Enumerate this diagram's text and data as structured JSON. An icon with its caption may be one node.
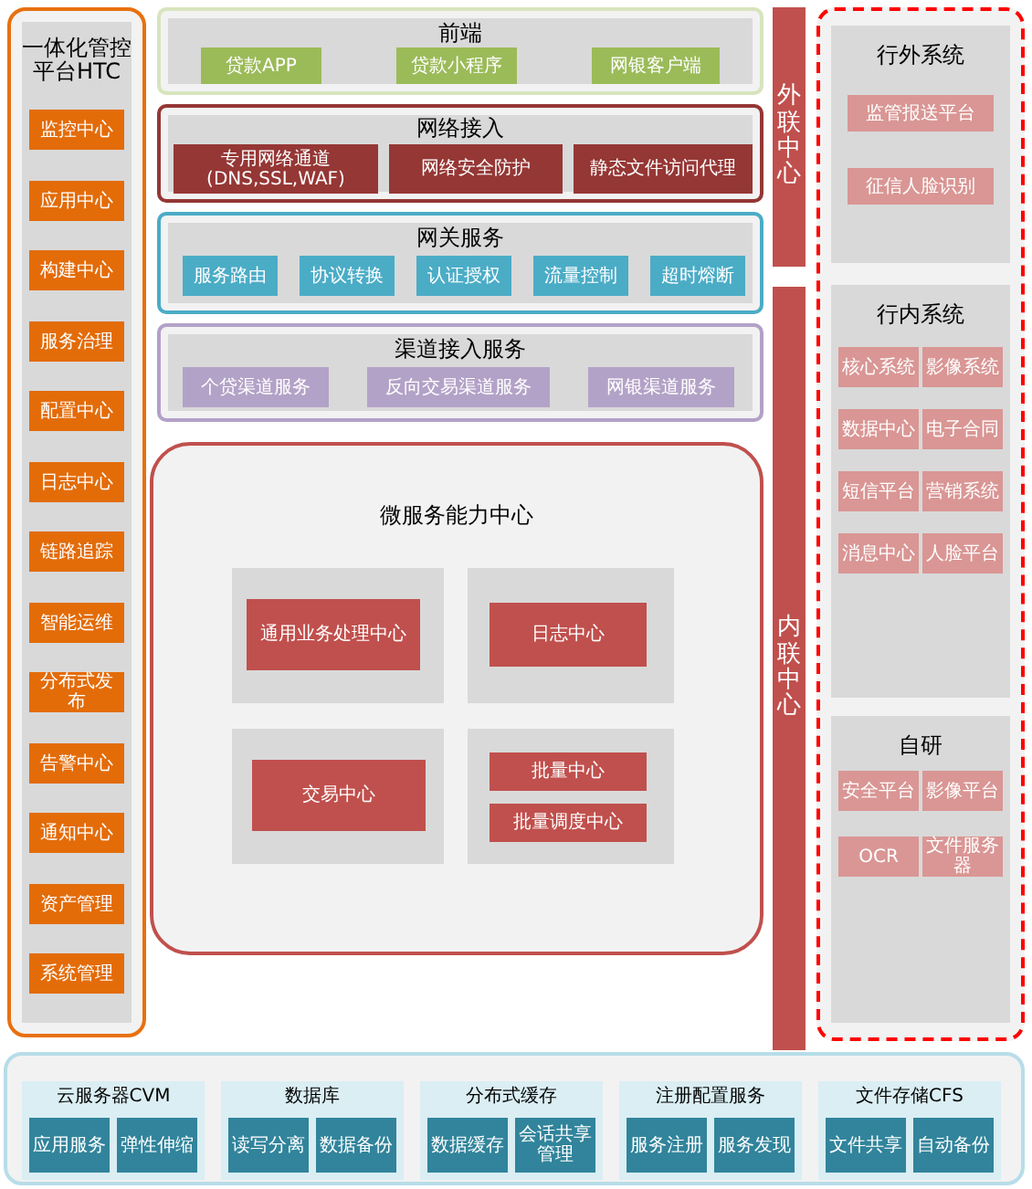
{
  "diagram": {
    "nodes": [
      {
        "text": [
          "一体化管控平台HTC"
        ]
      },
      {
        "text": [
          "监控中心"
        ],
        "in": 0
      },
      {
        "text": [
          "应用中心"
        ],
        "in": 0
      },
      {
        "text": [
          "构建中心"
        ],
        "in": 0
      },
      {
        "text": [
          "服务治理"
        ],
        "in": 0
      },
      {
        "text": [
          "配置中心"
        ],
        "in": 0
      },
      {
        "text": [
          "日志中心"
        ],
        "in": 0
      },
      {
        "text": [
          "链路追踪"
        ],
        "in": 0
      },
      {
        "text": [
          "智能运维"
        ],
        "in": 0
      },
      {
        "text": [
          "分布式发布"
        ],
        "in": 0
      },
      {
        "text": [
          "告警中心"
        ],
        "in": 0
      },
      {
        "text": [
          "通知中心"
        ],
        "in": 0
      },
      {
        "text": [
          "资产管理"
        ],
        "in": 0
      },
      {
        "text": [
          "系统管理"
        ],
        "in": 0
      },
      {
        "text": [
          "前端"
        ]
      },
      {
        "text": [
          "贷款APP"
        ],
        "in": 14
      },
      {
        "text": [
          "贷款小程序"
        ],
        "in": 14
      },
      {
        "text": [
          "网银客户端"
        ],
        "in": 14
      },
      {
        "text": [
          "网络接入"
        ]
      },
      {
        "text": [
          "专用网络通道(DNS,SSL,WAF)"
        ],
        "in": 18
      },
      {
        "text": [
          "网络安全防护"
        ],
        "in": 18
      },
      {
        "text": [
          "静态文件访问代理"
        ],
        "in": 18
      },
      {
        "text": [
          "网关服务"
        ]
      },
      {
        "text": [
          "服务路由"
        ],
        "in": 22
      },
      {
        "text": [
          "协议转换"
        ],
        "in": 22
      },
      {
        "text": [
          "认证授权"
        ],
        "in": 22
      },
      {
        "text": [
          "流量控制"
        ],
        "in": 22
      },
      {
        "text": [
          "超时熔断"
        ],
        "in": 22
      },
      {
        "text": [
          "渠道接入服务"
        ]
      },
      {
        "text": [
          "个贷渠道服务"
        ],
        "in": 28
      },
      {
        "text": [
          "反向交易渠道服务"
        ],
        "in": 28
      },
      {
        "text": [
          "网银渠道服务"
        ],
        "in": 28
      },
      {
        "text": [
          "微服务能力中心"
        ]
      },
      {
        "text": [
          "通用业务处理中心"
        ],
        "in": 32
      },
      {
        "text": [
          "日志中心"
        ],
        "in": 32
      },
      {
        "text": [
          "交易中心"
        ],
        "in": 32
      },
      {
        "text": [
          "批量中心"
        ],
        "in": 32
      },
      {
        "text": [
          "批量调度中心"
        ],
        "in": 32
      },
      {
        "text": [
          "外联中心"
        ]
      },
      {
        "text": [
          "内联中心"
        ]
      },
      {
        "text": [],
        "shape": "box"
      },
      {
        "text": [
          "行外系统"
        ],
        "in": 40
      },
      {
        "text": [
          "监管报送平台"
        ],
        "in": 41
      },
      {
        "text": [
          "征信人脸识别"
        ],
        "in": 41
      },
      {
        "text": [
          "行内系统"
        ],
        "in": 40
      },
      {
        "text": [
          "核心系统"
        ],
        "in": 44
      },
      {
        "text": [
          "影像系统"
        ],
        "in": 44
      },
      {
        "text": [
          "数据中心"
        ],
        "in": 44
      },
      {
        "text": [
          "电子合同"
        ],
        "in": 44
      },
      {
        "text": [
          "短信平台"
        ],
        "in": 44
      },
      {
        "text": [
          "营销系统"
        ],
        "in": 44
      },
      {
        "text": [
          "消息中心"
        ],
        "in": 44
      },
      {
        "text": [
          "人脸平台"
        ],
        "in": 44
      },
      {
        "text": [
          "自研"
        ],
        "in": 40
      },
      {
        "text": [
          "安全平台"
        ],
        "in": 53
      },
      {
        "text": [
          "影像平台"
        ],
        "in": 53
      },
      {
        "text": [
          "OCR"
        ],
        "in": 53
      },
      {
        "text": [
          "文件服务器"
        ],
        "in": 53
      },
      {
        "text": [],
        "shape": "box"
      },
      {
        "text": [
          "云服务器CVM"
        ],
        "in": 58
      },
      {
        "text": [
          "应用服务"
        ],
        "in": 59
      },
      {
        "text": [
          "弹性伸缩"
        ],
        "in": 59
      },
      {
        "text": [
          "数据库"
        ],
        "in": 58
      },
      {
        "text": [
          "读写分离"
        ],
        "in": 62
      },
      {
        "text": [
          "数据备份"
        ],
        "in": 62
      },
      {
        "text": [
          "分布式缓存"
        ],
        "in": 58
      },
      {
        "text": [
          "数据缓存"
        ],
        "in": 65
      },
      {
        "text": [
          "会话共享管理"
        ],
        "in": 65
      },
      {
        "text": [
          "注册配置服务"
        ],
        "in": 58
      },
      {
        "text": [
          "服务注册"
        ],
        "in": 68
      },
      {
        "text": [
          "服务发现"
        ],
        "in": 68
      },
      {
        "text": [
          "文件存储CFS"
        ],
        "in": 58
      },
      {
        "text": [
          "文件共享"
        ],
        "in": 71
      },
      {
        "text": [
          "自动备份"
        ],
        "in": 71
      }
    ]
  }
}
